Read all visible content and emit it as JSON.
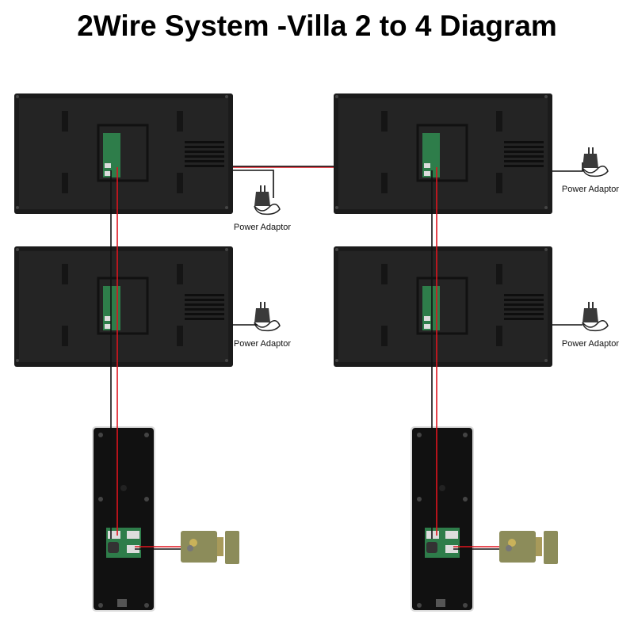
{
  "title": "2Wire System -Villa 2 to 4 Diagram",
  "adaptor_label": "Power Adaptor",
  "components": {
    "monitors": 4,
    "door_stations": 2,
    "electric_locks": 2,
    "power_adaptors": 4
  },
  "colors": {
    "monitor": "#242424",
    "board": "#2e7d4a",
    "wire_red": "#e0141e",
    "wire_black": "#111111",
    "lock": "#8c8c5a"
  }
}
